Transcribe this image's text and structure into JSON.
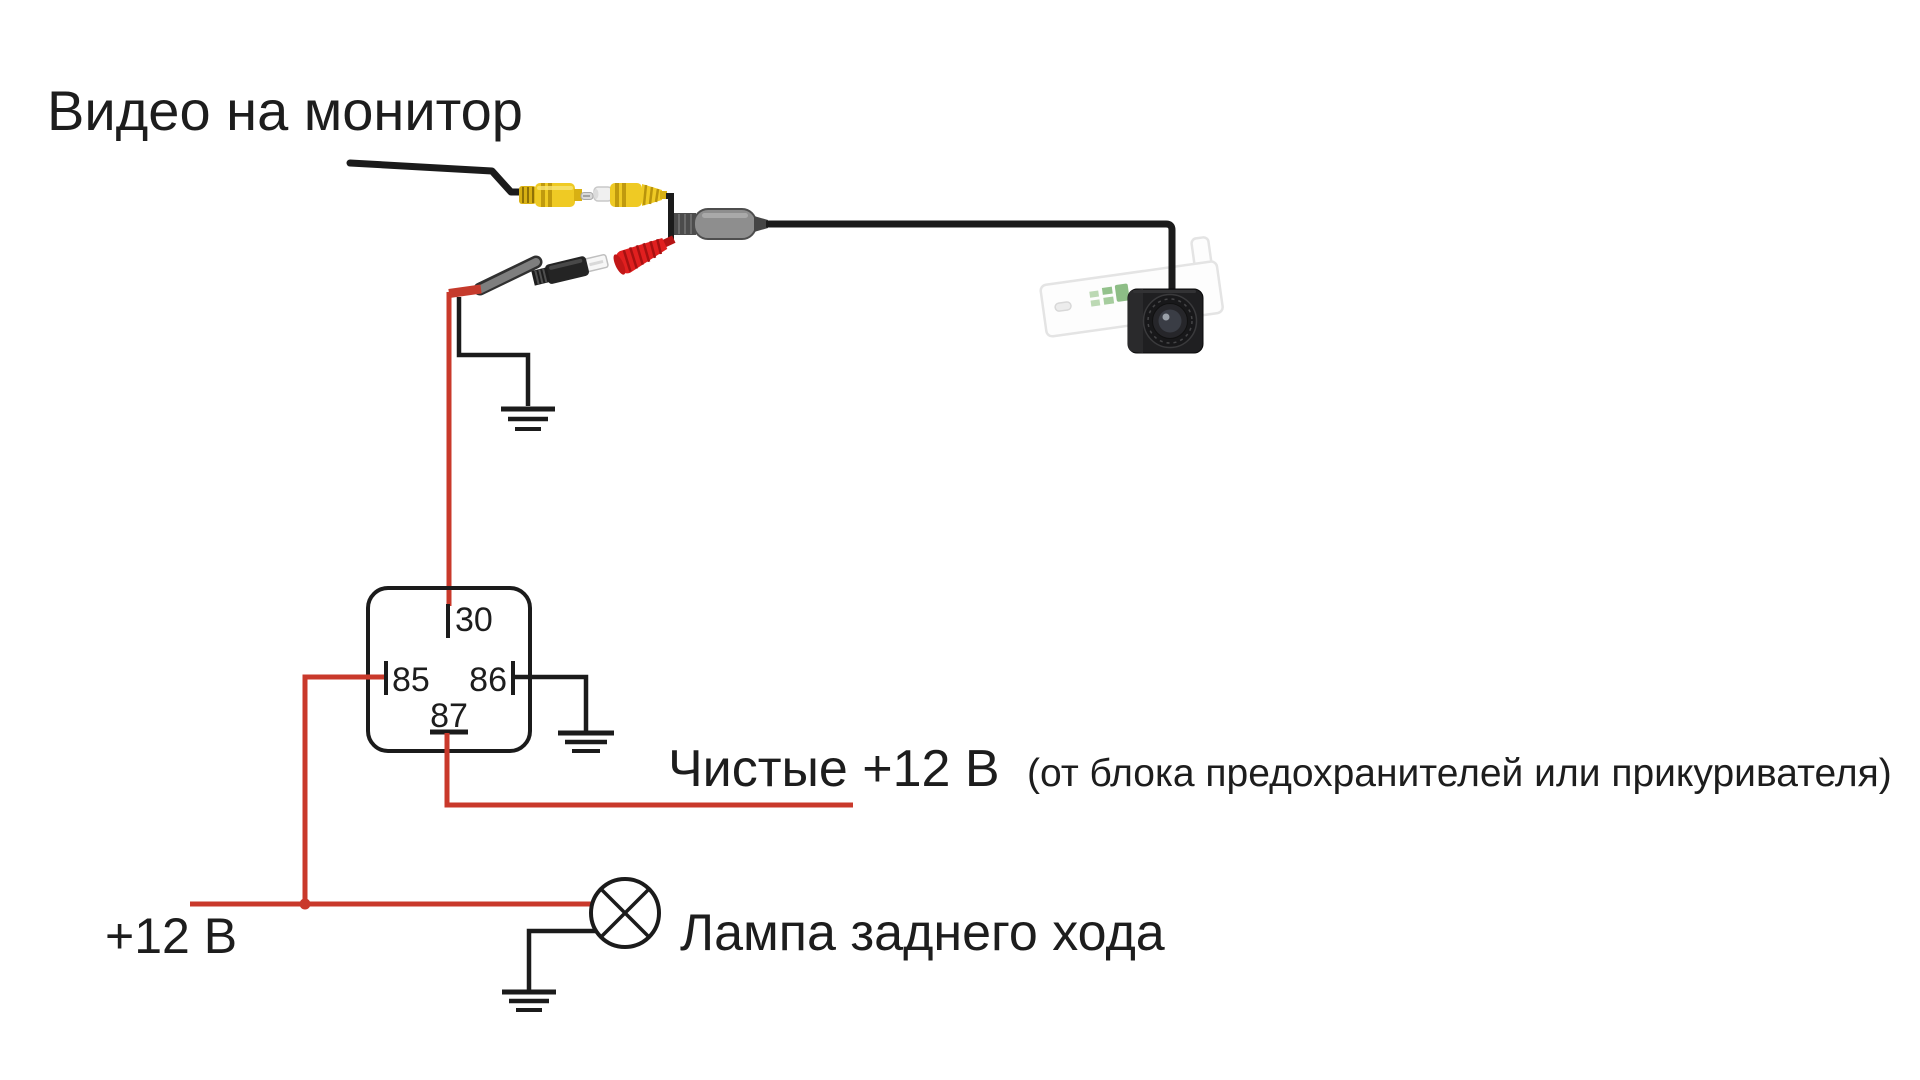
{
  "title": "Видео на монитор",
  "labels": {
    "clean_power": "Чистые +12 В",
    "clean_power_note": "(от блока предохранителей или прикуривателя)",
    "battery_12v": "+12 В",
    "reverse_lamp": "Лампа заднего хода"
  },
  "relay": {
    "pin30": "30",
    "pin85": "85",
    "pin86": "86",
    "pin87": "87"
  },
  "icons": {
    "ground-icon": "⏚",
    "lamp-icon": "⊗",
    "camera-icon": "📷",
    "rca-connector-icon": "🔌"
  },
  "colors": {
    "wire_red": "#c9392b",
    "wire_black": "#1b1b1b",
    "rca_yellow": "#efca24",
    "rca_yellow_dark": "#c09a0e",
    "rca_red": "#e11f1f",
    "connector_gray": "#8e8e8e",
    "text_color": "#1d1d1d",
    "plate_green": "#93c28c"
  }
}
